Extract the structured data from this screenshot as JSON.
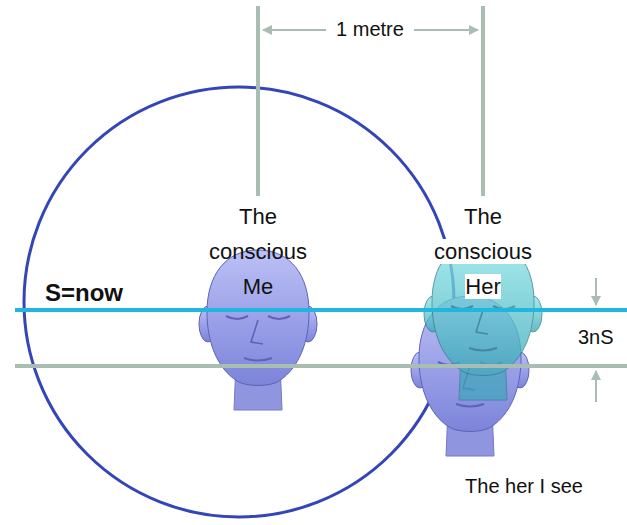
{
  "diagram": {
    "labels": [
      "1 metre",
      "S=now",
      "The conscious Me",
      "The conscious Her",
      "3nS",
      "The her I see"
    ]
  }
}
